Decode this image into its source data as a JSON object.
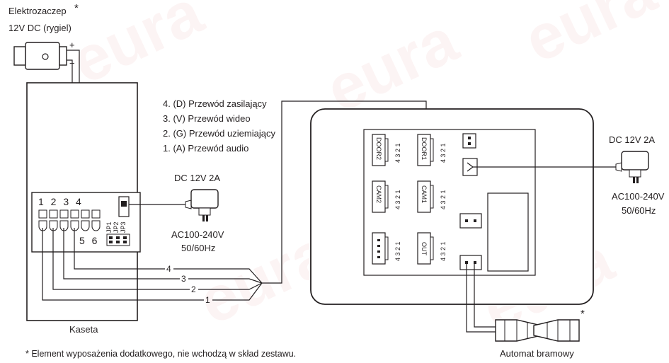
{
  "strike": {
    "title_line1": "Elektrozaczep",
    "title_star": "*",
    "title_line2": "12V DC (rygiel)",
    "plus": "+",
    "minus": "−"
  },
  "kaseta": {
    "label": "Kaseta",
    "terminal_top_labels": "1 2 3 4",
    "terminal_bottom_labels": "5 6",
    "jumpers": [
      "JP1",
      "JP2",
      "JP3"
    ]
  },
  "wire_legend": [
    "4. (D) Przewód zasilający",
    "3. (V) Przewód wideo",
    "2. (G) Przewód uziemiający",
    "1. (A) Przewód audio"
  ],
  "wire_numbers": [
    "4",
    "3",
    "2",
    "1"
  ],
  "psu_left": {
    "rating": "DC 12V 2A",
    "mains_line1": "AC100-240V",
    "mains_line2": "50/60Hz"
  },
  "psu_right": {
    "rating": "DC 12V 2A",
    "mains_line1": "AC100-240V",
    "mains_line2": "50/60Hz"
  },
  "monitor": {
    "connectors": [
      "DOOR2",
      "DOOR1",
      "CAM2",
      "CAM1",
      "",
      "OUT"
    ],
    "pin_labels": "4 3 2 1"
  },
  "gate": {
    "label": "Automat bramowy",
    "star": "*"
  },
  "footnote": "* Element wyposażenia dodatkowego, nie wchodzą w skład zestawu.",
  "watermark": "eura",
  "colors": {
    "line": "#231f20",
    "watermark": "#e8a0a0"
  }
}
